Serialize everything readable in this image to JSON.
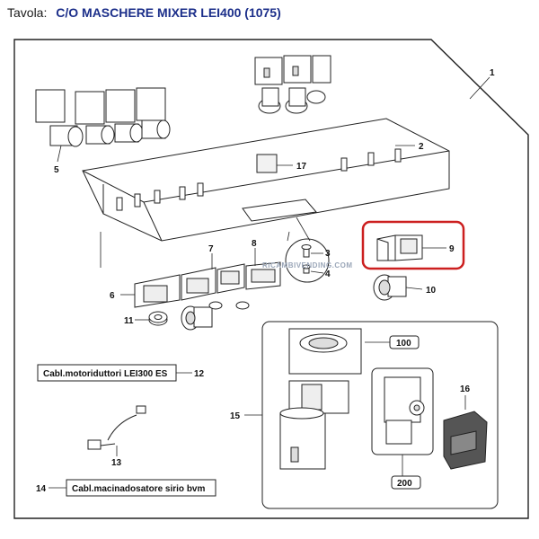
{
  "header": {
    "prefix": "Tavola:",
    "title": "C/O MASCHERE MIXER LEI400 (1075)"
  },
  "callouts": {
    "c1": "1",
    "c2": "2",
    "c3": "3",
    "c4": "4",
    "c5": "5",
    "c6": "6",
    "c7": "7",
    "c8": "8",
    "c9": "9",
    "c10": "10",
    "c11": "11",
    "c12": "12",
    "c13": "13",
    "c14": "14",
    "c15": "15",
    "c16": "16",
    "c17": "17",
    "c100": "100",
    "c200": "200"
  },
  "labels": {
    "cable12": "Cabl.motoriduttori LEI300 ES",
    "cable14": "Cabl.macinadosatore sirio bvm"
  },
  "watermark": "RICAMBIVENDING.COM",
  "highlight_color": "#cc1f1f",
  "title_color": "#1c2f8a"
}
